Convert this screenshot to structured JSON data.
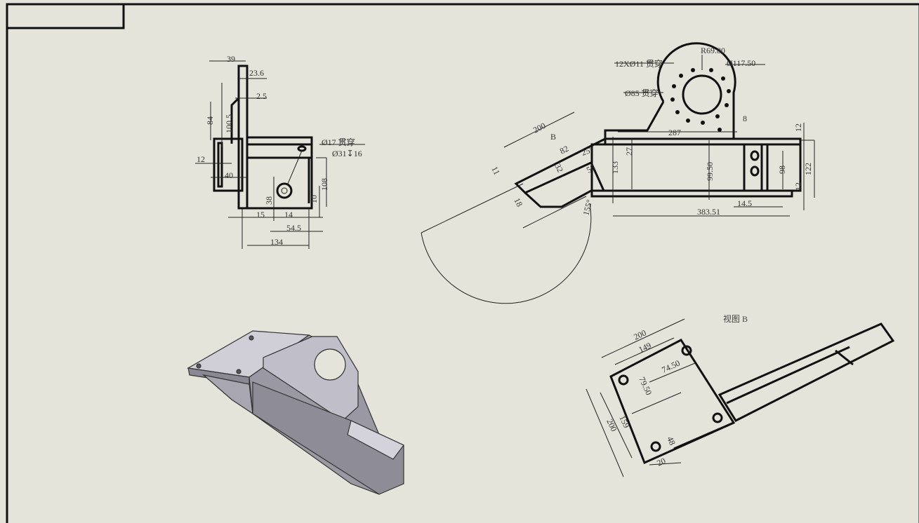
{
  "sheet": {
    "background": "#e4e4da",
    "line_color": "#111111"
  },
  "front_view": {
    "dims": [
      "39",
      "23.6",
      "2.5",
      "84",
      "100.5",
      "12",
      "40",
      "38",
      "15",
      "14",
      "54.5",
      "134",
      "108",
      "10"
    ],
    "hole_callout_1": "Ø17 贯穿",
    "hole_callout_2": "Ø31↧16"
  },
  "side_view": {
    "dims": [
      "R69.80",
      "Ø117.50",
      "8",
      "287",
      "200",
      "B",
      "82",
      "25°",
      "27",
      "133",
      "32",
      "55",
      "11",
      "18",
      "155°",
      "99.50",
      "98",
      "122",
      "12",
      "12",
      "14.5",
      "383.51"
    ],
    "hole_pattern_callout": "12XØ11 贯穿",
    "bore_callout": "Ø85 贯穿"
  },
  "view_b": {
    "title": "视图 B",
    "dims": [
      "200",
      "149",
      "74.50",
      "79.50",
      "159",
      "200",
      "48",
      "20"
    ]
  }
}
